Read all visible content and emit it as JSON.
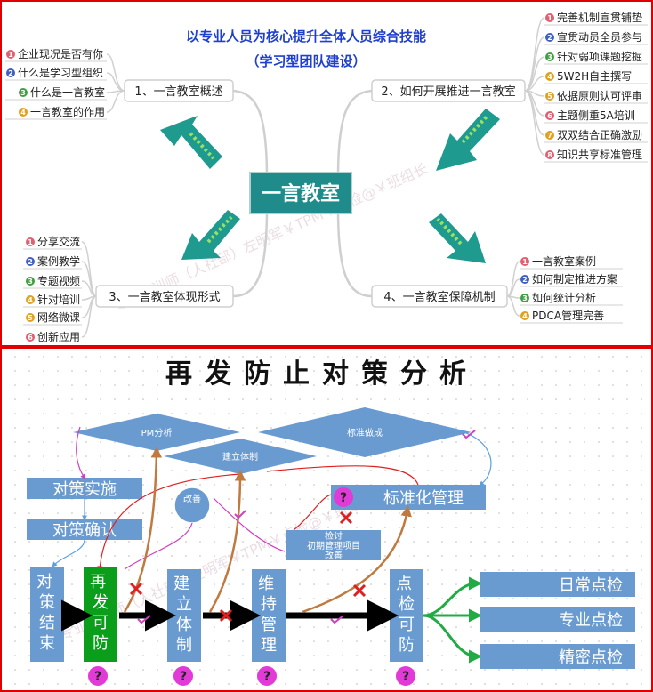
{
  "mindmap": {
    "title_line1": "以专业人员为核心提升全体人员综合技能",
    "title_line2": "（学习型团队建设）",
    "center": "一言教室",
    "branches": [
      {
        "label": "1、一言教室概述",
        "items": [
          "企业现况是否有你",
          "什么是学习型组织",
          "什么是一言教室",
          "一言教室的作用"
        ]
      },
      {
        "label": "2、如何开展推进一言教室",
        "items": [
          "完善机制宣贯铺垫",
          "宣贯动员全员参与",
          "针对弱项课题挖掘",
          "5W2H自主撰写",
          "依据原则认可评审",
          "主题侧重5A培训",
          "双双结合正确激励",
          "知识共享标准管理"
        ]
      },
      {
        "label": "3、一言教室体现形式",
        "items": [
          "分享交流",
          "案例教学",
          "专题视频",
          "针对培训",
          "网络微课",
          "创新应用"
        ]
      },
      {
        "label": "4、一言教室保障机制",
        "items": [
          "一言教室案例",
          "如何制定推进方案",
          "如何统计分析",
          "PDCA管理完善"
        ]
      }
    ],
    "watermark": "专业培训师（人社部）左明军￥TPM￥点检@￥班组长"
  },
  "flow": {
    "title": "再发防止对策分析",
    "diamonds": {
      "pm": "PM分析",
      "std": "标准做成",
      "build": "建立体制"
    },
    "improve": "改善",
    "boxes": {
      "implement": "对策实施",
      "confirm": "对策确认",
      "standard": "标准化管理"
    },
    "review": [
      "检讨",
      "初期管理项目",
      "改善"
    ],
    "steps": [
      "对策结束",
      "再发可防",
      "建立体制",
      "维持管理",
      "点检可防"
    ],
    "checks": [
      "日常点检",
      "专业点检",
      "精密点检"
    ],
    "question": "?",
    "watermark": "专业培训师（人社部）左明军￥TPM￥点检@￥班组长"
  },
  "colors": {
    "blue_box": "#6a9bd0",
    "teal": "#1f8b8b",
    "green": "#0a9e1a",
    "magenta": "#e23ad6",
    "branch_line": "#d0d0d0",
    "arrow_brown": "#c07a40",
    "arrow_green": "#22aa44"
  },
  "icons": [
    "number-badge-icon",
    "teal-arrow-icon",
    "cross-mark-icon",
    "check-mark-icon",
    "question-circle-icon"
  ]
}
